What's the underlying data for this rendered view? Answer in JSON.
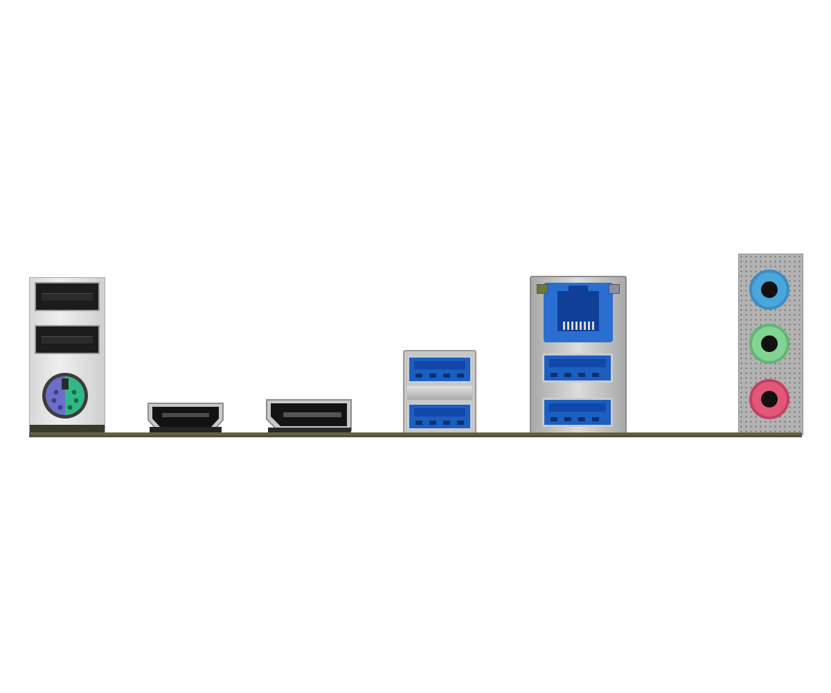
{
  "scene": {
    "description_kind": "motherboard-rear-io-panel",
    "background": "#ffffff",
    "colors": {
      "pcb": "#5a5940",
      "usb3_blue": "#1b5fc0",
      "ps2_keyboard": "#7f75d1",
      "ps2_mouse": "#2fb985",
      "audio_line_in": "#49a6dd",
      "audio_line_out": "#7fd38f",
      "audio_mic": "#e2587a",
      "metal": "#b9b9b9"
    },
    "ports": [
      {
        "name": "usb-2-0-upper",
        "icon": "usb-a-port-black"
      },
      {
        "name": "usb-2-0-lower",
        "icon": "usb-a-port-black"
      },
      {
        "name": "ps2-combo",
        "icon": "ps2-round-port"
      },
      {
        "name": "hdmi",
        "icon": "hdmi-port"
      },
      {
        "name": "displayport",
        "icon": "displayport-port"
      },
      {
        "name": "usb-3-2-pair-left",
        "icon": "usb-a-port-blue",
        "count": 2
      },
      {
        "name": "rj45-lan",
        "icon": "ethernet-port"
      },
      {
        "name": "usb-3-2-pair-right",
        "icon": "usb-a-port-blue",
        "count": 2
      },
      {
        "name": "audio-jacks",
        "icon": "audio-3-5mm-jacks",
        "count": 3
      }
    ]
  }
}
